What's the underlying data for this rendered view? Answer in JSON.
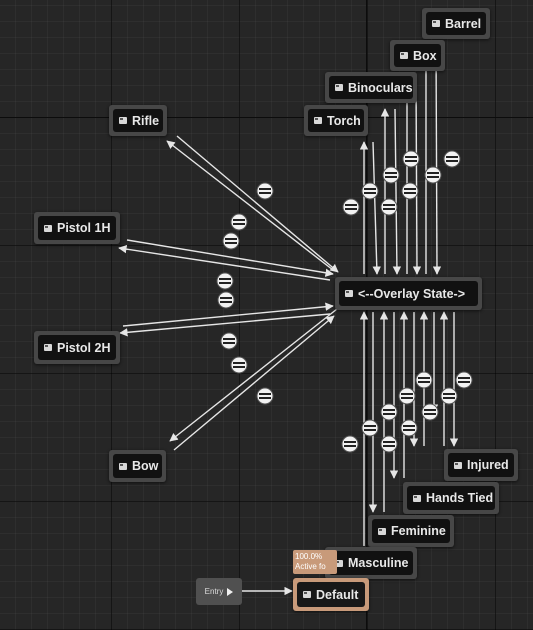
{
  "states": {
    "barrel": "Barrel",
    "box": "Box",
    "binoculars": "Binoculars",
    "torch": "Torch",
    "rifle": "Rifle",
    "pistol_1h": "Pistol 1H",
    "pistol_2h": "Pistol 2H",
    "bow": "Bow",
    "overlay_state": "<--Overlay State->",
    "injured": "Injured",
    "hands_tied": "Hands Tied",
    "feminine": "Feminine",
    "masculine": "Masculine",
    "default": "Default"
  },
  "entry": {
    "label": "Entry"
  },
  "active_indicator": {
    "percent": "100.0%",
    "text": "Active fo"
  },
  "icons": {
    "state": "state-node-icon",
    "entry": "play-arrow-icon",
    "transition": "transition-rule-icon"
  },
  "colors": {
    "background": "#262626",
    "node_border": "#474747",
    "node_body": "#111111",
    "active_node": "#c89a7a",
    "wire": "#e6e6e6"
  }
}
